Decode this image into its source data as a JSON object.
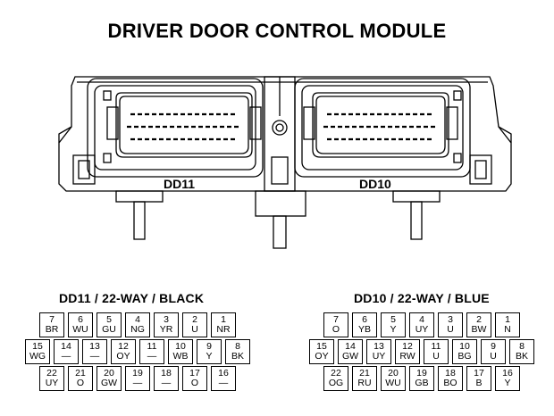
{
  "title": "DRIVER DOOR CONTROL MODULE",
  "connectors": {
    "dd11": {
      "label": "DD11",
      "title": "DD11 / 22-WAY / BLACK",
      "rows": [
        [
          {
            "n": "7",
            "c": "BR"
          },
          {
            "n": "6",
            "c": "WU"
          },
          {
            "n": "5",
            "c": "GU"
          },
          {
            "n": "4",
            "c": "NG"
          },
          {
            "n": "3",
            "c": "YR"
          },
          {
            "n": "2",
            "c": "U"
          },
          {
            "n": "1",
            "c": "NR"
          }
        ],
        [
          {
            "n": "15",
            "c": "WG"
          },
          {
            "n": "14",
            "c": "—"
          },
          {
            "n": "13",
            "c": "—"
          },
          {
            "n": "12",
            "c": "OY"
          },
          {
            "n": "11",
            "c": "—"
          },
          {
            "n": "10",
            "c": "WB"
          },
          {
            "n": "9",
            "c": "Y"
          },
          {
            "n": "8",
            "c": "BK"
          }
        ],
        [
          {
            "n": "22",
            "c": "UY"
          },
          {
            "n": "21",
            "c": "O"
          },
          {
            "n": "20",
            "c": "GW"
          },
          {
            "n": "19",
            "c": "—"
          },
          {
            "n": "18",
            "c": "—"
          },
          {
            "n": "17",
            "c": "O"
          },
          {
            "n": "16",
            "c": "—"
          }
        ]
      ]
    },
    "dd10": {
      "label": "DD10",
      "title": "DD10 / 22-WAY / BLUE",
      "rows": [
        [
          {
            "n": "7",
            "c": "O"
          },
          {
            "n": "6",
            "c": "YB"
          },
          {
            "n": "5",
            "c": "Y"
          },
          {
            "n": "4",
            "c": "UY"
          },
          {
            "n": "3",
            "c": "U"
          },
          {
            "n": "2",
            "c": "BW"
          },
          {
            "n": "1",
            "c": "N"
          }
        ],
        [
          {
            "n": "15",
            "c": "OY"
          },
          {
            "n": "14",
            "c": "GW"
          },
          {
            "n": "13",
            "c": "UY"
          },
          {
            "n": "12",
            "c": "RW"
          },
          {
            "n": "11",
            "c": "U"
          },
          {
            "n": "10",
            "c": "BG"
          },
          {
            "n": "9",
            "c": "U"
          },
          {
            "n": "8",
            "c": "BK"
          }
        ],
        [
          {
            "n": "22",
            "c": "OG"
          },
          {
            "n": "21",
            "c": "RU"
          },
          {
            "n": "20",
            "c": "WU"
          },
          {
            "n": "19",
            "c": "GB"
          },
          {
            "n": "18",
            "c": "BO"
          },
          {
            "n": "17",
            "c": "B"
          },
          {
            "n": "16",
            "c": "Y"
          }
        ]
      ]
    }
  }
}
